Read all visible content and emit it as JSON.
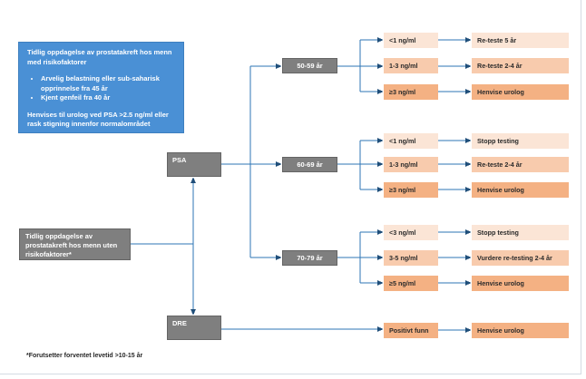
{
  "info_box": {
    "title": "Tidlig oppdagelse av prostatakreft hos menn med risikofaktorer",
    "bullets": [
      "Arvelig belastning eller sub-saharisk opprinnelse fra 45 år",
      "Kjent genfeil fra 40 år"
    ],
    "note": "Henvises til urolog ved PSA >2.5 ng/ml eller rask stigning innenfor normalområdet"
  },
  "root_box": {
    "label": "Tidlig oppdagelse av prostatakreft hos menn uten risikofaktorer*"
  },
  "nodes": {
    "psa": "PSA",
    "dre": "DRE"
  },
  "branches": [
    {
      "age": "50-59 år",
      "rows": [
        {
          "level": "<1 ng/ml",
          "outcome": "Re-teste 5 år",
          "shade": "light"
        },
        {
          "level": "1-3 ng/ml",
          "outcome": "Re-teste 2-4 år",
          "shade": "medium"
        },
        {
          "level": "≥3 ng/ml",
          "outcome": "Henvise urolog",
          "shade": "dark"
        }
      ]
    },
    {
      "age": "60-69 år",
      "rows": [
        {
          "level": "<1 ng/ml",
          "outcome": "Stopp testing",
          "shade": "light"
        },
        {
          "level": "1-3 ng/ml",
          "outcome": "Re-teste 2-4 år",
          "shade": "medium"
        },
        {
          "level": "≥3 ng/ml",
          "outcome": "Henvise urolog",
          "shade": "dark"
        }
      ]
    },
    {
      "age": "70-79 år",
      "rows": [
        {
          "level": "<3 ng/ml",
          "outcome": "Stopp testing",
          "shade": "light"
        },
        {
          "level": "3-5 ng/ml",
          "outcome": "Vurdere re-testing 2-4 år",
          "shade": "medium"
        },
        {
          "level": "≥5 ng/ml",
          "outcome": "Henvise urolog",
          "shade": "dark"
        }
      ]
    }
  ],
  "dre_branch": {
    "finding": "Positivt funn",
    "outcome": "Henvise urolog"
  },
  "footnote": "*Forutsetter forventet levetid >10-15 år",
  "colors": {
    "accent_blue": "#4A90D5",
    "node_gray": "#7F7F7F",
    "connector_blue": "#2E75B6",
    "arrow_navy": "#1F4E79",
    "level_light": "#FBE5D6",
    "level_medium": "#F8CBAD",
    "level_dark": "#F4B183"
  }
}
